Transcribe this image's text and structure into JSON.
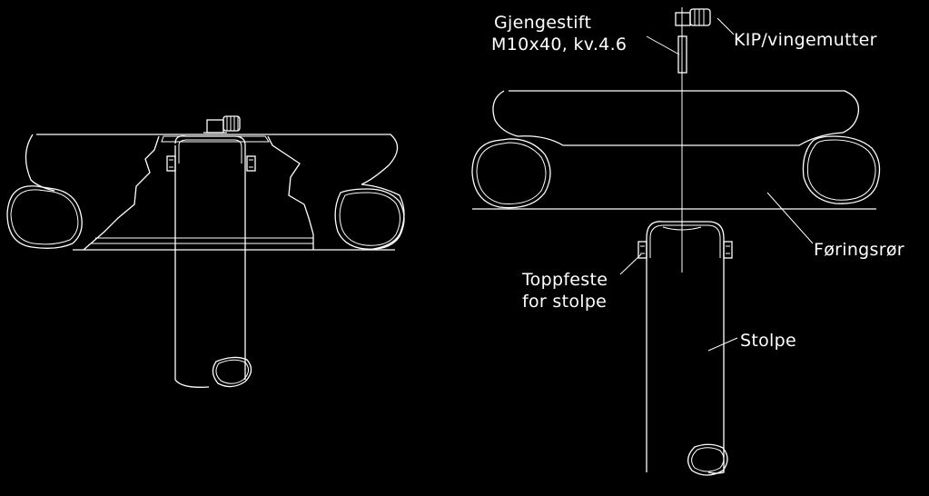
{
  "drawing": {
    "line_color": "#ffffff",
    "background_color": "#000000",
    "labels": {
      "thread_rod_line1": "Gjengestift",
      "thread_rod_line2": "M10x40, kv.4.6",
      "wing_nut": "KIP/vingemutter",
      "guide_tube": "Føringsrør",
      "top_mount_line1": "Toppfeste",
      "top_mount_line2": "for stolpe",
      "post": "Stolpe"
    }
  }
}
